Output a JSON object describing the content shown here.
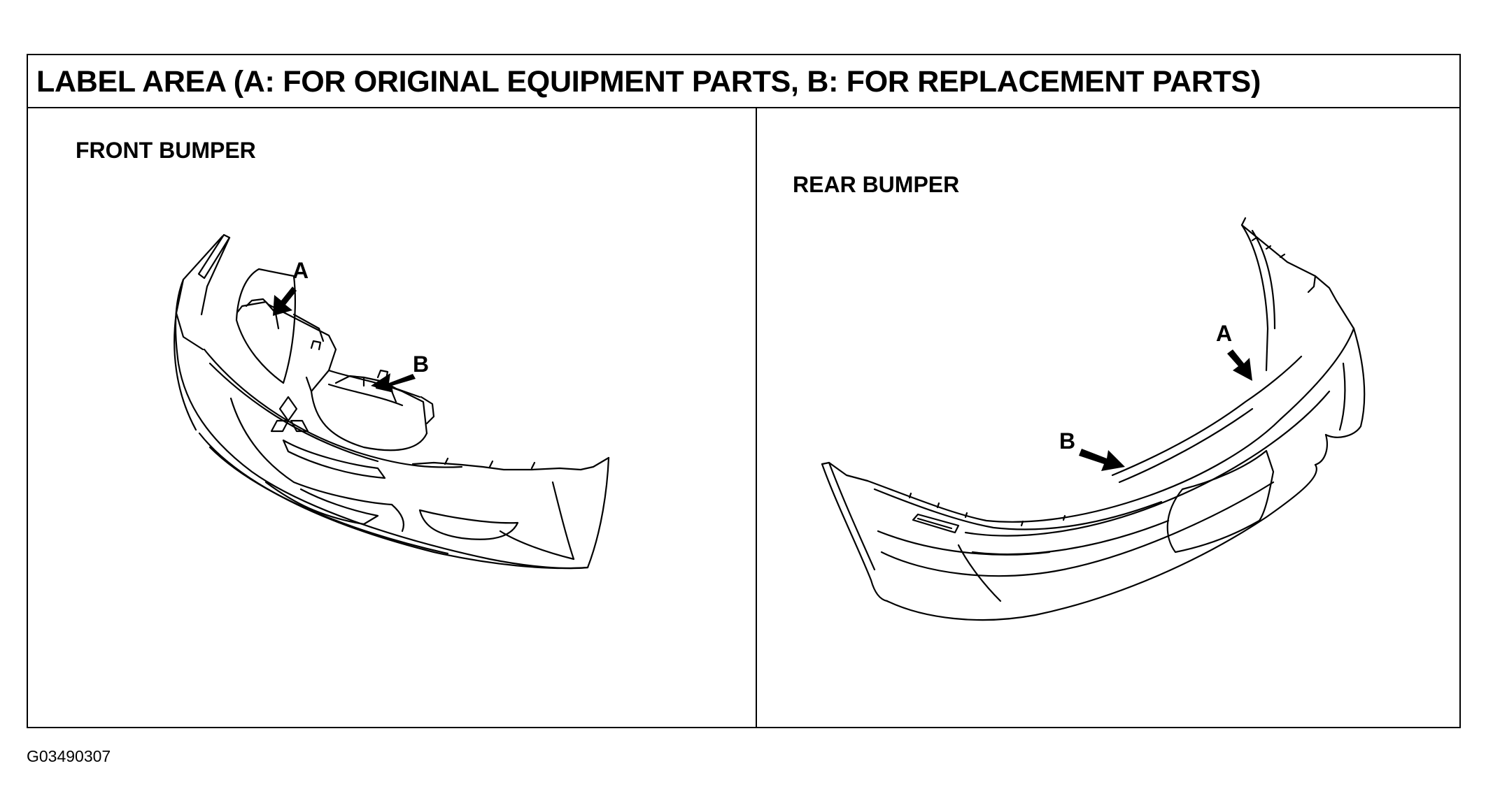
{
  "title": "LABEL AREA (A: FOR ORIGINAL EQUIPMENT PARTS, B: FOR REPLACEMENT PARTS)",
  "panels": {
    "front": {
      "label": "FRONT BUMPER",
      "callouts": {
        "a": "A",
        "b": "B"
      }
    },
    "rear": {
      "label": "REAR BUMPER",
      "callouts": {
        "a": "A",
        "b": "B"
      }
    }
  },
  "figure_id": "G03490307",
  "icons": [
    "front-bumper-icon",
    "rear-bumper-icon",
    "arrow-icon"
  ],
  "colors": {
    "line": "#000000",
    "background": "#ffffff"
  }
}
